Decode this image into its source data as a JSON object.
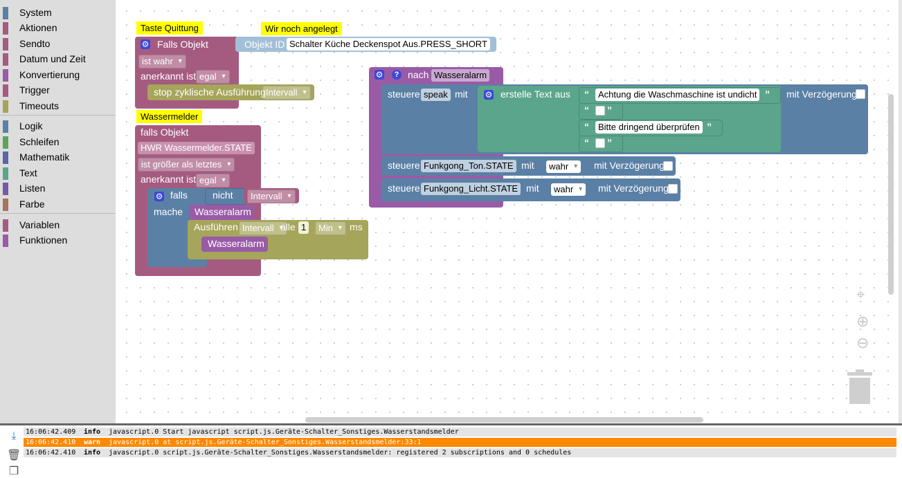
{
  "toolbox": {
    "categories": [
      {
        "label": "System",
        "color": "#5b80a5"
      },
      {
        "label": "Aktionen",
        "color": "#a55b80"
      },
      {
        "label": "Sendto",
        "color": "#a55b80"
      },
      {
        "label": "Datum und Zeit",
        "color": "#a55b80"
      },
      {
        "label": "Konvertierung",
        "color": "#995ba5"
      },
      {
        "label": "Trigger",
        "color": "#a55b80"
      },
      {
        "label": "Timeouts",
        "color": "#a5a55b"
      },
      {
        "label": "Logik",
        "color": "#5b80a5"
      },
      {
        "label": "Schleifen",
        "color": "#5ba55b"
      },
      {
        "label": "Mathematik",
        "color": "#5b67a5"
      },
      {
        "label": "Text",
        "color": "#5ba58c"
      },
      {
        "label": "Listen",
        "color": "#745ba5"
      },
      {
        "label": "Farbe",
        "color": "#a5745b"
      },
      {
        "label": "Variablen",
        "color": "#a55b80"
      },
      {
        "label": "Funktionen",
        "color": "#995ba5"
      }
    ]
  },
  "notes": {
    "taste_quittung": "Taste Quittung",
    "wir_noch_angelegt": "Wir noch angelegt",
    "wassermelder": "Wassermelder"
  },
  "block1": {
    "falls_objekt": "Falls Objekt",
    "objekt_id_label": "Objekt ID",
    "objekt_id_value": "Schalter Küche Deckenspot Aus.PRESS_SHORT",
    "ist_wahr": "ist wahr",
    "anerkannt_ist": "anerkannt ist",
    "egal": "egal",
    "stop_label": "stop zyklische Ausführung",
    "intervall": "Intervall"
  },
  "block2": {
    "falls_objekt": "falls Objekt",
    "object_value": "HWR Wassermelder.STATE",
    "condition": "ist größer als letztes",
    "anerkannt_ist": "anerkannt ist",
    "egal": "egal",
    "falls": "falls",
    "nicht": "nicht",
    "intervall": "Intervall",
    "mache": "mache",
    "call_proc": "Wasseralarm",
    "ausfuehren": "Ausführen",
    "intervall2": "Intervall",
    "alle": "alle",
    "num": "1",
    "unit": "Min",
    "ms": "ms",
    "inner_call": "Wasseralarm"
  },
  "block3": {
    "nach": "nach",
    "proc_name": "Wasseralarm",
    "steuere1": "steuere",
    "speak": "speak",
    "mit": "mit",
    "erstelle_text": "erstelle Text aus",
    "text1": "Achtung die Waschmaschine ist undicht",
    "text2": "Bitte dringend überprüfen",
    "mit_verzoegerung": "mit Verzögerung",
    "steuere2": "steuere",
    "target2": "Funkgong_Ton.STATE",
    "mit2": "mit",
    "wahr2": "wahr",
    "mit_verzoegerung2": "mit Verzögerung",
    "steuere3": "steuere",
    "target3": "Funkgong_Licht.STATE",
    "mit3": "mit",
    "wahr3": "wahr",
    "mit_verzoegerung3": "mit Verzögerung"
  },
  "icons": {
    "gear": "⚙",
    "question": "?",
    "open_quote": "“",
    "close_quote": "”"
  },
  "log": {
    "rows": [
      {
        "time": "16:06:42.409",
        "level": "info",
        "message": "javascript.0 Start javascript script.js.Geräte-Schalter_Sonstiges.Wasserstandsmelder"
      },
      {
        "time": "16:06:42.410",
        "level": "warn",
        "message": "javascript.0 at script.js.Geräte-Schalter_Sonstiges.Wasserstandsmelder:33:1"
      },
      {
        "time": "16:06:42.410",
        "level": "info",
        "message": "javascript.0 script.js.Geräte-Schalter_Sonstiges.Wasserstandsmelder: registered 2 subscriptions and 0 schedules"
      }
    ]
  }
}
